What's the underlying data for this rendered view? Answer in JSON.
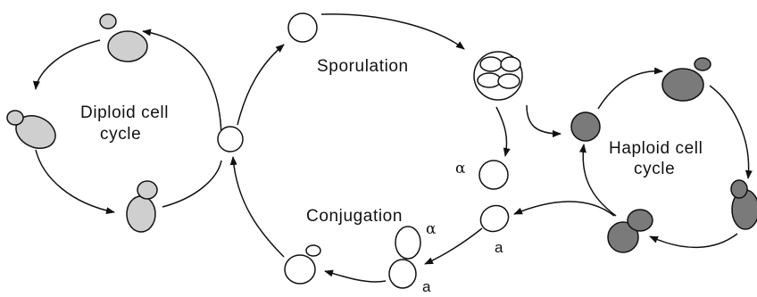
{
  "labels": {
    "diploid_line1": "Diploid cell",
    "diploid_line2": "cycle",
    "sporulation": "Sporulation",
    "haploid_line1": "Haploid cell",
    "haploid_line2": "cycle",
    "conjugation": "Conjugation",
    "alpha_mid": "α",
    "alpha_mating": "α",
    "a_mid": "a",
    "a_mating": "a"
  },
  "colors": {
    "diploid_cell_fill": "#cfcfcf",
    "haploid_cell_fill": "#7a7a7a",
    "spore_fill": "#ffffff",
    "line": "#111111"
  }
}
